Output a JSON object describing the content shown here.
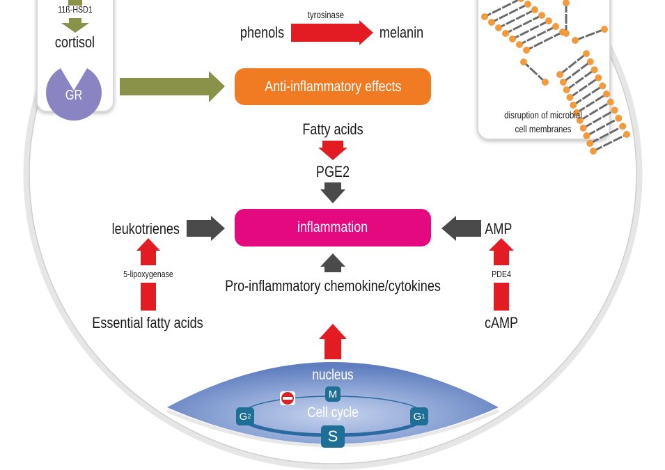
{
  "colors": {
    "red_arrow": "#e31b23",
    "gray_arrow": "#4a4a4a",
    "olive_arrow": "#8a9149",
    "orange_box": "#f07b22",
    "magenta_box": "#e5097f",
    "gr_purple": "#8a84c2",
    "membrane_head": "#f39a3c",
    "nucleus_blue": "#6f8cc6",
    "phase_blue": "#1e6f95"
  },
  "left_panel": {
    "enzyme": "11ß-HSD1",
    "product": "cortisol",
    "receptor": "GR"
  },
  "right_panel": {
    "caption_line1": "disruption of microbial",
    "caption_line2": "cell membranes"
  },
  "melanin_path": {
    "substrate": "phenols",
    "enzyme": "tyrosinase",
    "product": "melanin"
  },
  "anti_inflammatory": {
    "label": "Anti-inflammatory effects"
  },
  "pge_path": {
    "substrate": "Fatty acids",
    "product": "PGE2"
  },
  "inflammation": {
    "label": "inflammation"
  },
  "leukotriene_path": {
    "product": "leukotrienes",
    "enzyme": "5-lipoxygenase",
    "substrate": "Essential fatty acids"
  },
  "amp_path": {
    "product": "AMP",
    "enzyme": "PDE4",
    "substrate": "cAMP"
  },
  "cytokines": {
    "label": "Pro-inflammatory chemokine/cytokines"
  },
  "nucleus": {
    "label": "nucleus",
    "cycle_label": "Cell cycle",
    "phases": {
      "m": "M",
      "s": "S",
      "g1": "G",
      "g1_sub": "1",
      "g2": "G",
      "g2_sub": "2"
    },
    "block_icon": "no-entry-icon"
  }
}
